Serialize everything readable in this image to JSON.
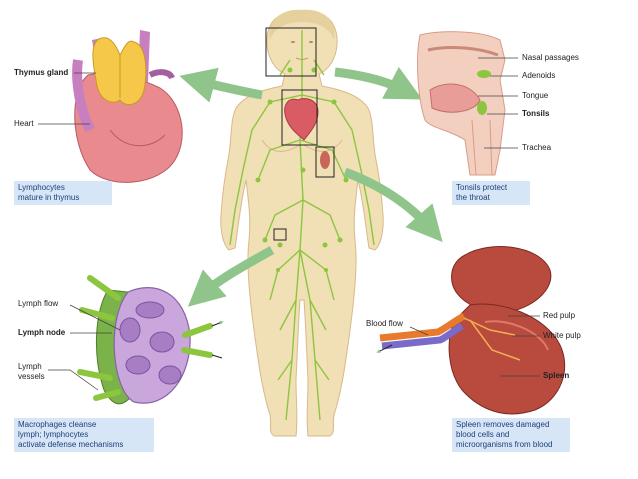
{
  "panels": {
    "thymus": {
      "labels": {
        "thymus_gland": "Thymus gland",
        "heart": "Heart"
      },
      "caption": [
        "Lymphocytes",
        "mature in thymus"
      ]
    },
    "tonsils": {
      "labels": {
        "nasal": "Nasal passages",
        "adenoids": "Adenoids",
        "tongue": "Tongue",
        "tonsils": "Tonsils",
        "trachea": "Trachea"
      },
      "caption": [
        "Tonsils protect",
        "the throat"
      ]
    },
    "lymph_node": {
      "labels": {
        "lymph_flow": "Lymph flow",
        "lymph_node": "Lymph node",
        "lymph_vessels": [
          "Lymph",
          "vessels"
        ]
      },
      "caption": [
        "Macrophages cleanse",
        "lymph; lymphocytes",
        "activate defense mechanisms"
      ]
    },
    "spleen": {
      "labels": {
        "red_pulp": "Red pulp",
        "white_pulp": "White pulp",
        "blood_flow": "Blood flow",
        "spleen": "Spleen"
      },
      "caption": [
        "Spleen removes damaged",
        "blood cells and",
        "microorganisms from blood"
      ]
    }
  },
  "colors": {
    "arrow": "#8fc58a",
    "caption_bg": "#d6e6f7",
    "caption_text": "#1f3f7a",
    "lymph": "#8cc63e",
    "body": "#f1dfb5"
  }
}
